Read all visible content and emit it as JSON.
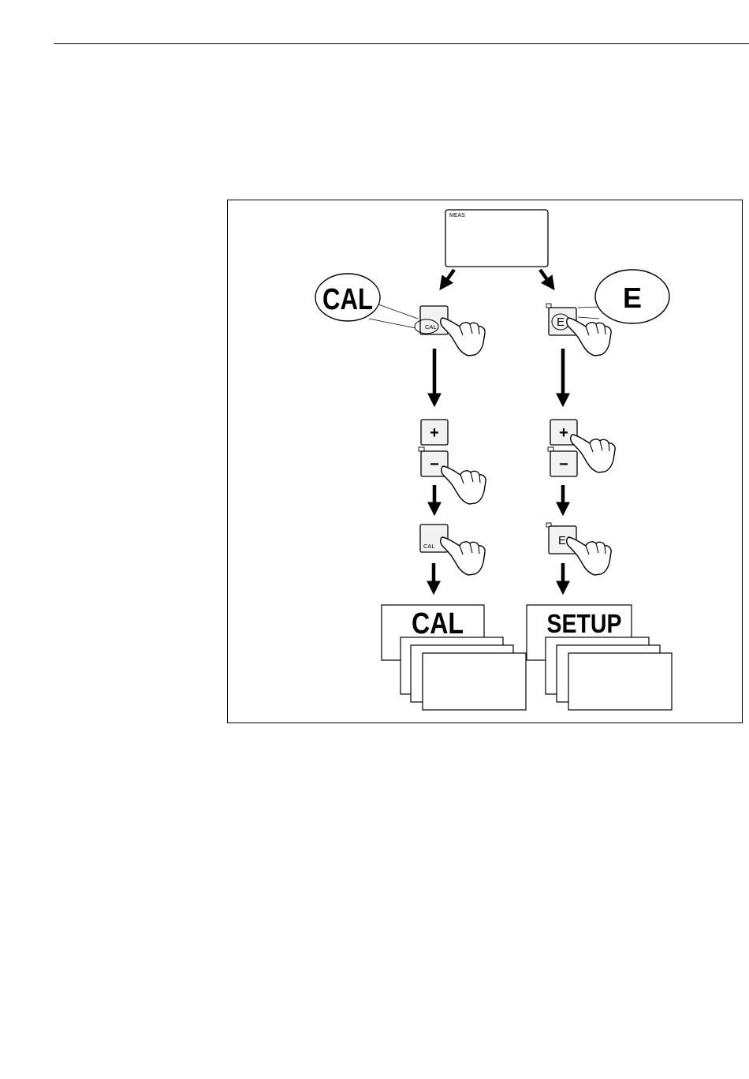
{
  "display": {
    "label": "MEAS"
  },
  "callouts": {
    "cal": "CAL",
    "e": "E"
  },
  "keys": {
    "cal": "CAL",
    "e": "E",
    "plus": "+",
    "minus": "−"
  },
  "menus": {
    "cal": "CAL",
    "setup": "SETUP"
  }
}
